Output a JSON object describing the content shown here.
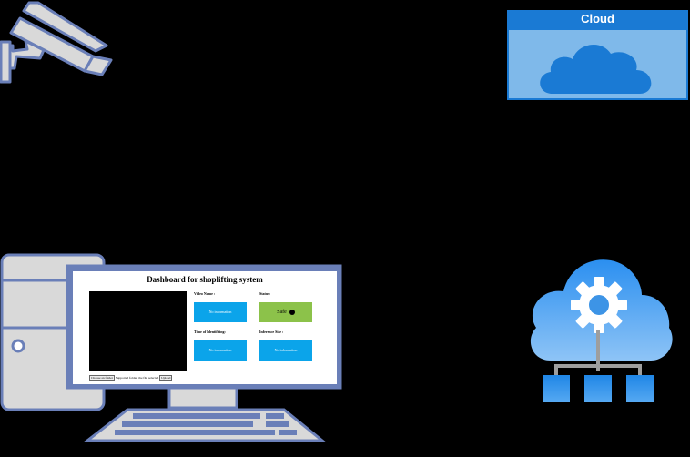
{
  "cloud": {
    "title": "Cloud"
  },
  "dashboard": {
    "title": "Dashboard for shoplifting system",
    "video_name_label": "Video Name :",
    "video_name_value": "No information",
    "status_label": "Status:",
    "status_value": "Safe",
    "time_label": "Time of Identifiting:",
    "time_value": "No information",
    "inference_label": "Inference Size :",
    "inference_value": "No information",
    "choose_button": "Choose an folder",
    "file_text": "Supported folder: the file selected",
    "upload_button": "Upload"
  },
  "colors": {
    "accent_blue": "#0ba4ea",
    "safe_green": "#8cc24a",
    "device_outline": "#6a7fb8",
    "device_fill": "#d9d9d9",
    "cloud_header": "#1a7ad4"
  },
  "icons": [
    "cctv-camera-icon",
    "cloud-icon",
    "desktop-computer-icon",
    "cloud-network-gear-icon"
  ]
}
